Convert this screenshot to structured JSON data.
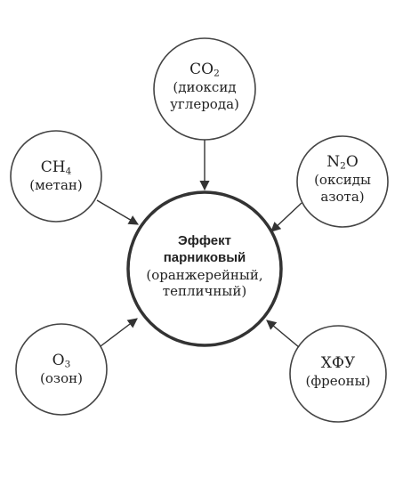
{
  "center": {
    "title_line1": "Эффект",
    "title_line2": "парниковый",
    "desc_line1": "(оранжерейный,",
    "desc_line2": "тепличный)"
  },
  "nodes": {
    "co2": {
      "formula_main": "CO",
      "formula_sub": "2",
      "desc_line1": "(диоксид",
      "desc_line2": "углерода)"
    },
    "ch4": {
      "formula_main": "CH",
      "formula_sub": "4",
      "desc_line1": "(метан)"
    },
    "n2o": {
      "formula_pre": "N",
      "formula_sub": "2",
      "formula_post": "O",
      "desc_line1": "(оксиды",
      "desc_line2": "азота)"
    },
    "o3": {
      "formula_main": "O",
      "formula_sub": "3",
      "desc_line1": "(озон)"
    },
    "hfu": {
      "formula_main": "ХФУ",
      "desc_line1": "(фреоны)"
    }
  }
}
